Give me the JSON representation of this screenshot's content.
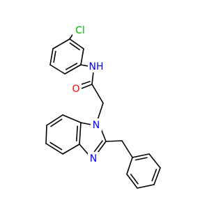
{
  "colors": {
    "bond": "#000000",
    "nitrogen": "#0000ff",
    "oxygen": "#ff0000",
    "chlorine": "#00b400",
    "background": "#ffffff"
  },
  "atom_labels": {
    "chlorine": "Cl",
    "amide_nh": "NH",
    "amide_o": "O",
    "imidazole_n1": "N",
    "imidazole_n3": "N"
  }
}
